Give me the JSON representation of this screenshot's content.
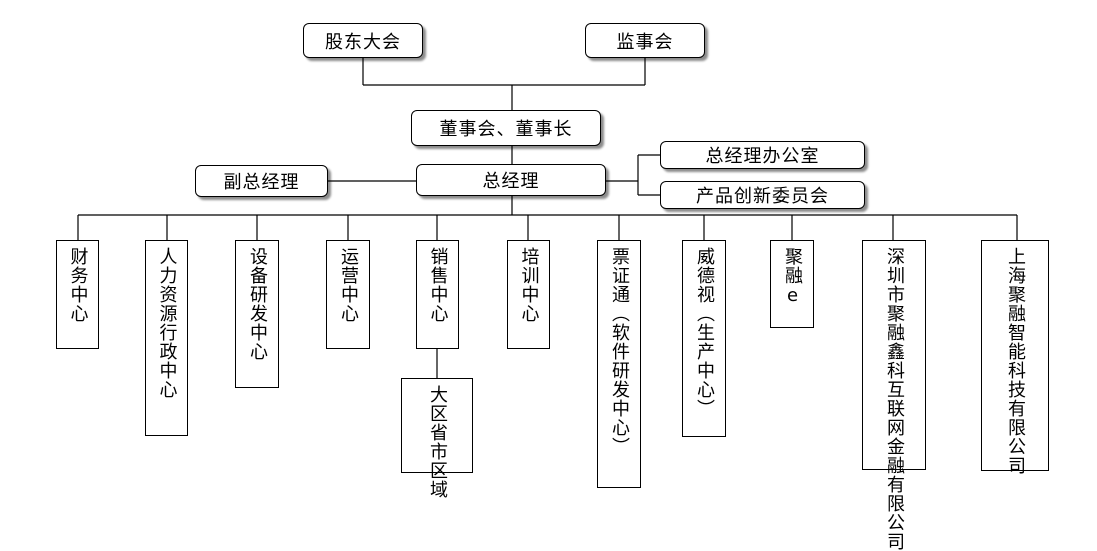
{
  "nodes": {
    "shareholders": "股东大会",
    "supervisors": "监事会",
    "board": "董事会、董事长",
    "gm": "总经理",
    "deputy_gm": "副总经理",
    "gm_office": "总经理办公室",
    "innovation_committee": "产品创新委员会",
    "finance": "财务中心",
    "hr": "人力资源行政中心",
    "equipment": "设备研发中心",
    "operations": "运营中心",
    "sales": "销售中心",
    "sales_region": "大区省市区域",
    "training": "培训中心",
    "ticketing": "票证通（软件研发中心）",
    "weidesi": "威德视（生产中心）",
    "jurong_e": "聚融e",
    "shenzhen_co": "深圳市聚融鑫科互联网金融有限公司",
    "shanghai_co": "上海聚融智能科技有限公司"
  }
}
